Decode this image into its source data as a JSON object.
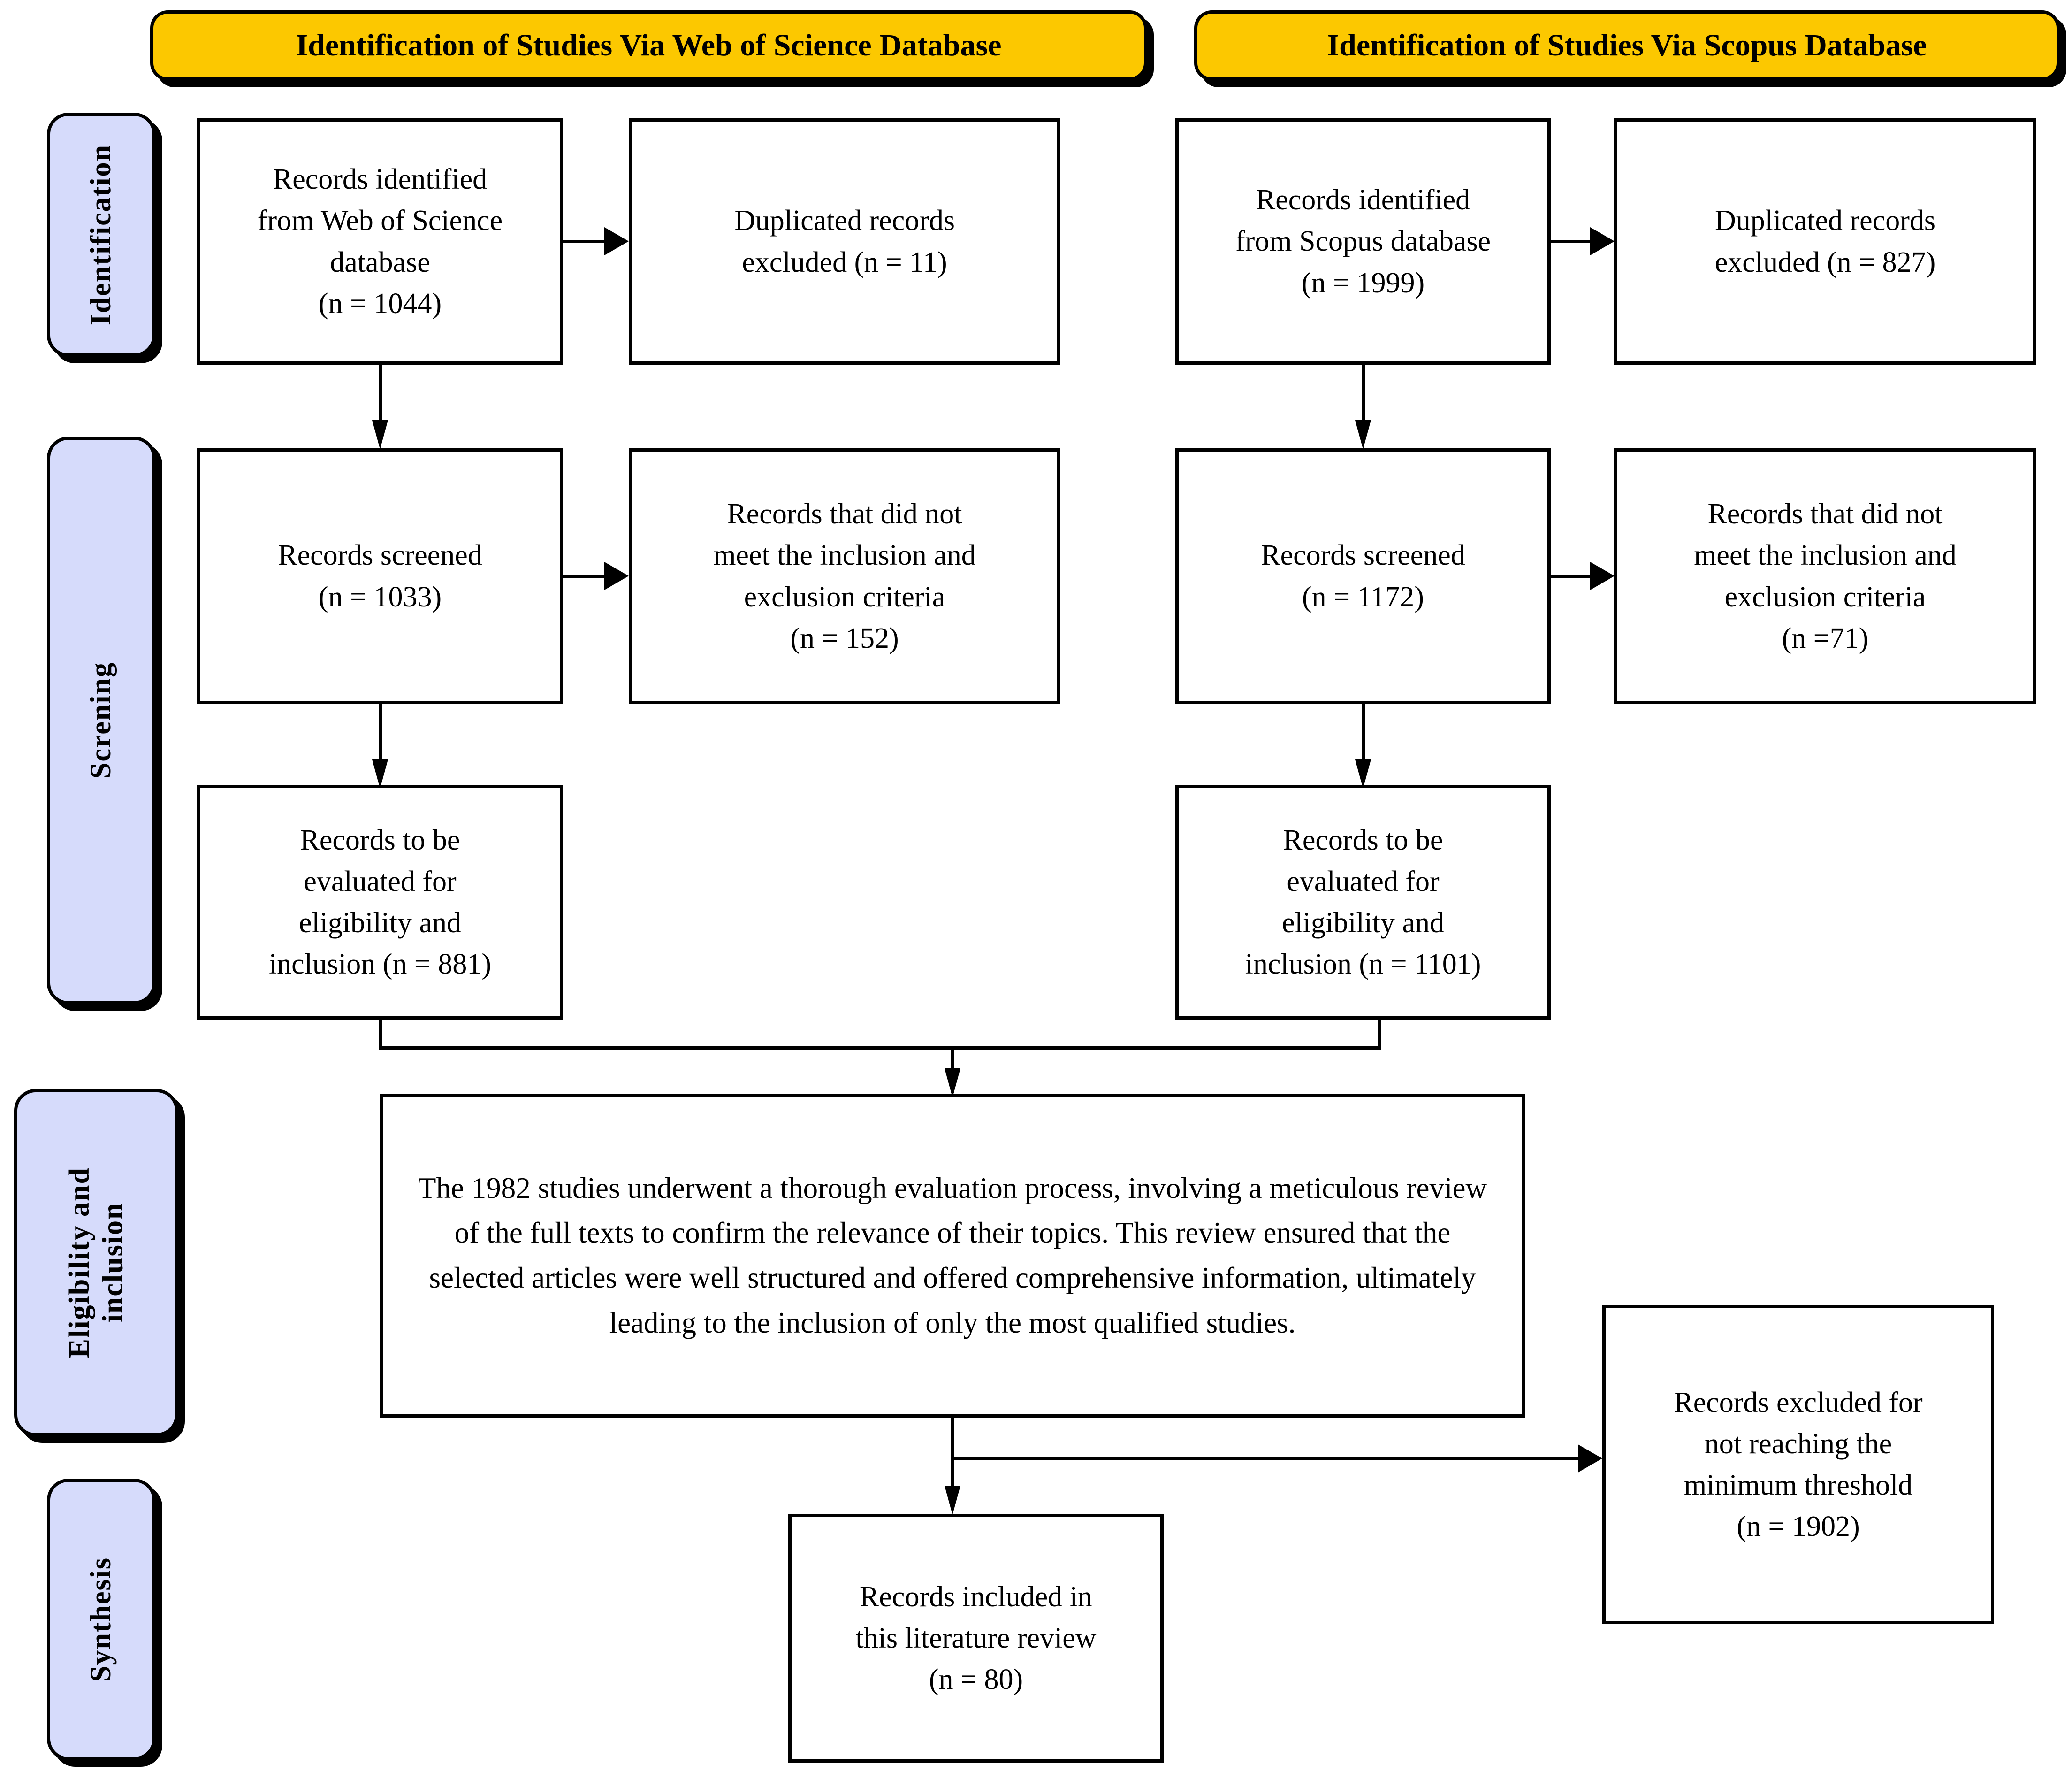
{
  "diagram": {
    "title": "PRISMA study selection flow diagram",
    "colors": {
      "header_yellow": "#fcc800",
      "stage_lavender": "#d6dbfb",
      "outline": "#000000",
      "background": "#ffffff"
    }
  },
  "stages": [
    {
      "key": "identification",
      "label": "Identification"
    },
    {
      "key": "screening",
      "label": "Screning"
    },
    {
      "key": "eligibility",
      "label": "Eligibility and\ninclusion"
    },
    {
      "key": "synthesis",
      "label": "Synthesis"
    }
  ],
  "headers": [
    {
      "key": "web-of-science",
      "title": "Identification of Studies Via Web of Science Database"
    },
    {
      "key": "scopus",
      "title": "Identification of Studies Via Scopus Database"
    }
  ],
  "boxes": {
    "wos_identified": "Records identified\nfrom Web of Science\ndatabase\n(n = 1044)",
    "wos_duplicates": "Duplicated records\nexcluded (n = 11)",
    "scopus_identified": "Records identified\nfrom Scopus database\n(n = 1999)",
    "scopus_duplicates": "Duplicated records\nexcluded  (n = 827)",
    "wos_screened": "Records screened\n(n = 1033)",
    "wos_not_meeting": "Records that did not\nmeet the inclusion and\nexclusion criteria\n(n = 152)",
    "scopus_screened": "Records screened\n(n = 1172)",
    "scopus_not_meeting": "Records that did not\nmeet the inclusion and\nexclusion criteria\n(n =71)",
    "wos_eligibility": "Records to be\nevaluated for\neligibility and\ninclusion (n = 881)",
    "scopus_eligibility": "Records to be\nevaluated for\neligibility and\ninclusion (n = 1101)",
    "evaluation_paragraph": "The 1982 studies underwent a thorough evaluation process, involving a meticulous review of the full texts to confirm the relevance of their topics. This review ensured that the selected articles were well structured and offered comprehensive information, ultimately leading to the inclusion of only the most qualified studies.",
    "excluded_threshold": "Records excluded for\nnot reaching the\nminimum threshold\n(n = 1902)",
    "included_final": "Records included in\nthis literature review\n(n = 80)"
  },
  "counts": {
    "wos_identified": 1044,
    "wos_duplicates_excluded": 11,
    "scopus_identified": 1999,
    "scopus_duplicates_excluded": 827,
    "wos_screened": 1033,
    "wos_not_meeting": 152,
    "scopus_screened": 1172,
    "scopus_not_meeting": 71,
    "wos_eligibility": 881,
    "scopus_eligibility": 1101,
    "combined_full_text": 1982,
    "excluded_threshold": 1902,
    "included_final": 80
  }
}
